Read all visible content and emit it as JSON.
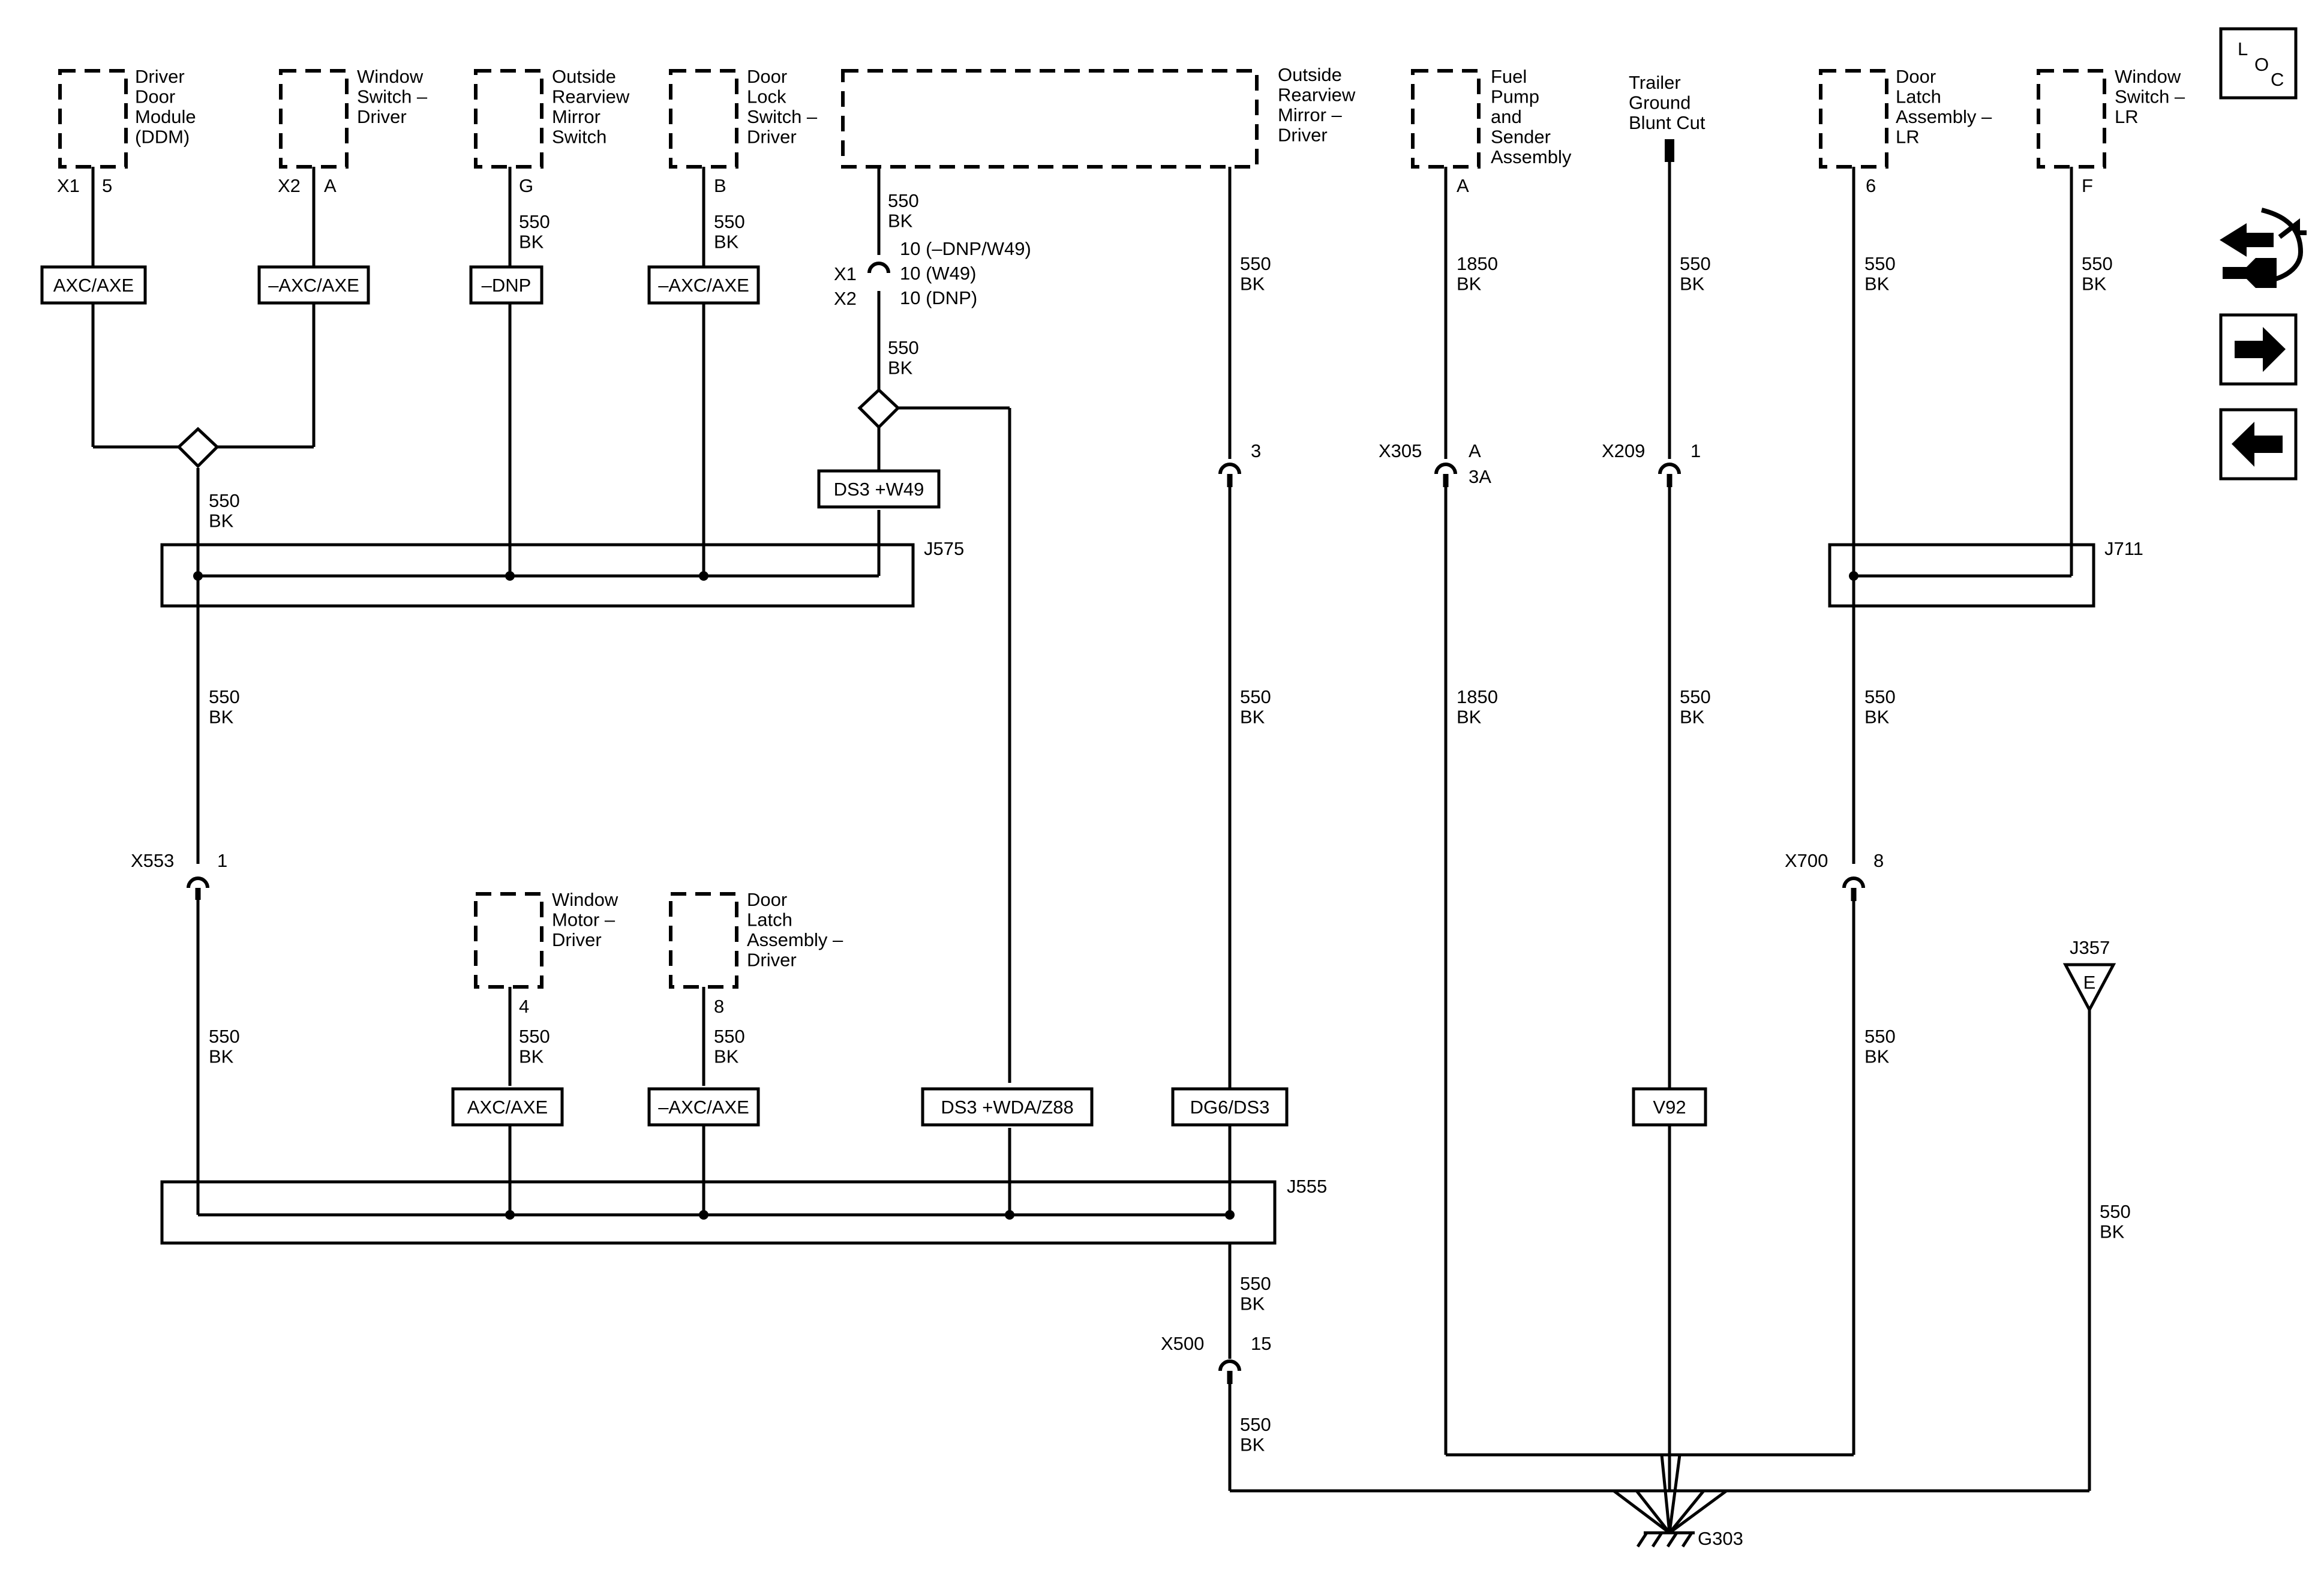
{
  "components": {
    "ddm": "Driver\nDoor\nModule\n(DDM)",
    "window_switch_driver": "Window\nSwitch –\nDriver",
    "mirror_switch": "Outside\nRearview\nMirror\nSwitch",
    "door_lock_switch": "Door\nLock\nSwitch –\nDriver",
    "mirror_driver": "Outside\nRearview\nMirror –\nDriver",
    "fuel_pump": "Fuel\nPump\nand\nSender\nAssembly",
    "trailer_ground": "Trailer\nGround\nBlunt Cut",
    "door_latch_lr": "Door\nLatch\nAssembly –\nLR",
    "window_switch_lr": "Window\nSwitch –\nLR",
    "window_motor_driver": "Window\nMotor –\nDriver",
    "door_latch_driver": "Door\nLatch\nAssembly –\nDriver"
  },
  "pins": {
    "ddm_conn": "X1",
    "ddm_pin": "5",
    "wsd_conn": "X2",
    "wsd_pin": "A",
    "mirror_switch_pin": "G",
    "door_lock_pin": "B",
    "fuel_pump_pin": "A",
    "door_latch_lr_pin": "6",
    "window_switch_lr_pin": "F",
    "window_motor_pin": "4",
    "door_latch_driver_pin": "8"
  },
  "options": {
    "ddm": "AXC/AXE",
    "wsd": "–AXC/AXE",
    "mirror_switch": "–DNP",
    "door_lock": "–AXC/AXE",
    "splice2": "DS3 +W49",
    "window_motor": "AXC/AXE",
    "door_latch_driver": "–AXC/AXE",
    "ds3_wda": "DS3 +WDA/Z88",
    "mirror_driver": "DG6/DS3",
    "trailer": "V92"
  },
  "mirror_connector": {
    "x1": "X1",
    "x2": "X2",
    "line1": "10 (–DNP/W49)",
    "line2": "10 (W49)",
    "line3": "10 (DNP)"
  },
  "inline_connectors": {
    "mirror": {
      "name": "",
      "pin": "3"
    },
    "x305": {
      "name": "X305",
      "pin": "A",
      "pin2": "3A"
    },
    "x209": {
      "name": "X209",
      "pin": "1"
    },
    "x553": {
      "name": "X553",
      "pin": "1"
    },
    "x700": {
      "name": "X700",
      "pin": "8"
    },
    "x500": {
      "name": "X500",
      "pin": "15"
    }
  },
  "blocks": {
    "j575": "J575",
    "j711": "J711",
    "j555": "J555",
    "j357": "J357",
    "j357_pin": "E"
  },
  "ground": "G303",
  "wire_labels": {
    "std": "550\nBK",
    "fuel": "1850\nBK"
  },
  "nav_icons": {
    "loc": "L\nO\nC",
    "symbols": "harness-symbols-icon",
    "next": "next-arrow-icon",
    "prev": "prev-arrow-icon"
  }
}
